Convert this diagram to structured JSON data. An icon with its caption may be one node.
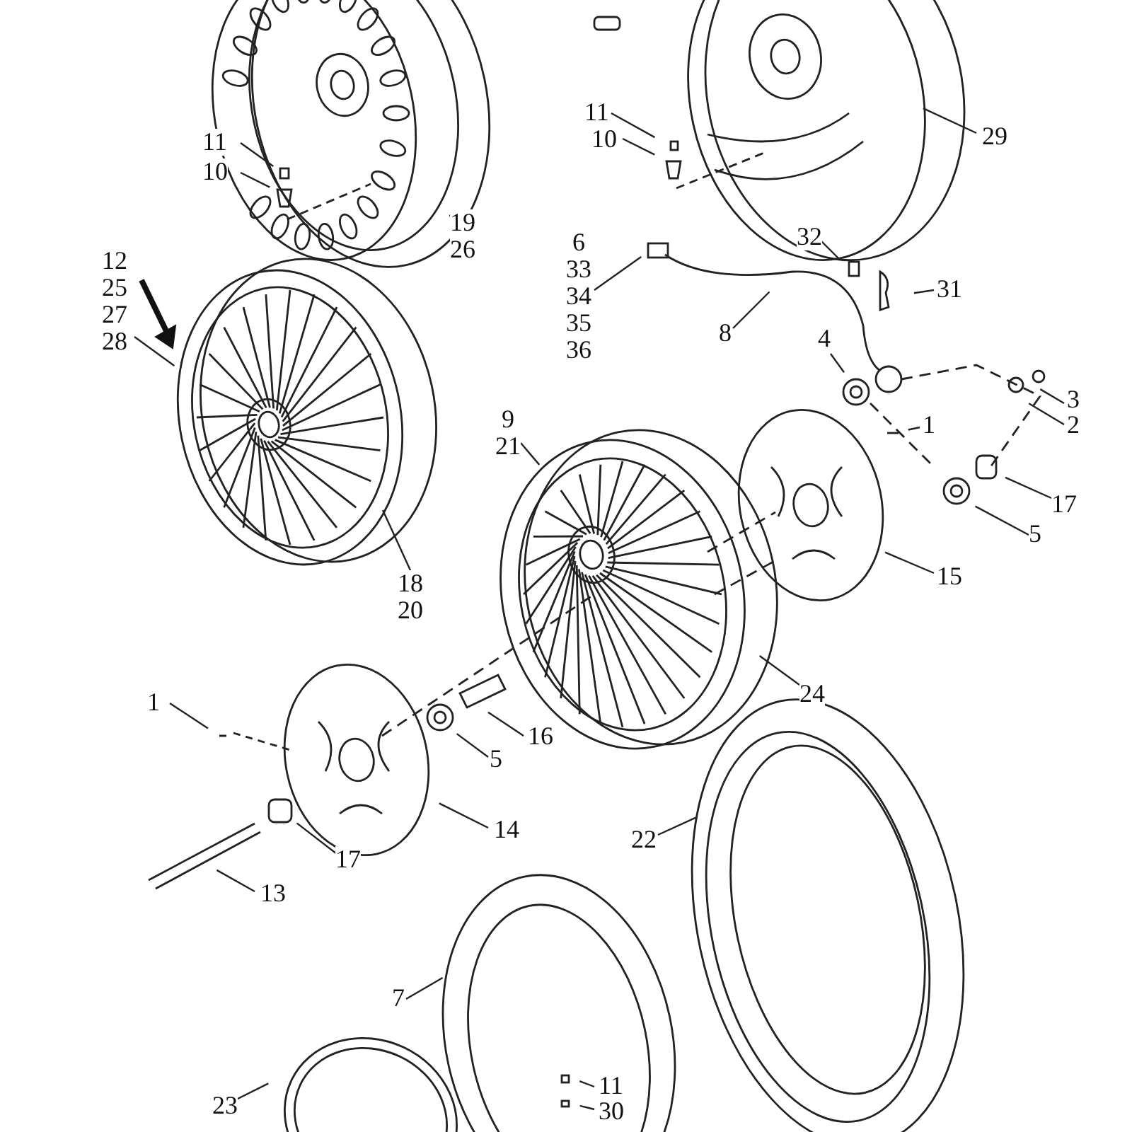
{
  "diagram": {
    "nodes": [
      {
        "text": [
          "11"
        ]
      },
      {
        "text": [
          "10"
        ]
      },
      {
        "text": [
          "19",
          "26"
        ]
      },
      {
        "text": [
          "11"
        ]
      },
      {
        "text": [
          "10"
        ]
      },
      {
        "text": [
          "29"
        ]
      },
      {
        "text": [
          "6",
          "33",
          "34",
          "35",
          "36"
        ]
      },
      {
        "text": [
          "32"
        ]
      },
      {
        "text": [
          "31"
        ]
      },
      {
        "text": [
          "8"
        ]
      },
      {
        "text": [
          "4"
        ]
      },
      {
        "text": [
          "3"
        ]
      },
      {
        "text": [
          "2"
        ]
      },
      {
        "text": [
          "1"
        ]
      },
      {
        "text": [
          "17"
        ]
      },
      {
        "text": [
          "5"
        ]
      },
      {
        "text": [
          "15"
        ]
      },
      {
        "text": [
          "12",
          "25",
          "27",
          "28"
        ]
      },
      {
        "text": [
          "9",
          "21"
        ]
      },
      {
        "text": [
          "18",
          "20"
        ]
      },
      {
        "text": [
          "24"
        ]
      },
      {
        "text": [
          "1"
        ]
      },
      {
        "text": [
          "16"
        ]
      },
      {
        "text": [
          "5"
        ]
      },
      {
        "text": [
          "14"
        ]
      },
      {
        "text": [
          "17"
        ]
      },
      {
        "text": [
          "13"
        ]
      },
      {
        "text": [
          "22"
        ]
      },
      {
        "text": [
          "7"
        ]
      },
      {
        "text": [
          "23"
        ]
      },
      {
        "text": [
          "11"
        ]
      },
      {
        "text": [
          "30"
        ]
      }
    ],
    "edges": [
      {
        "from": 0,
        "to": null,
        "arrow": "none"
      },
      {
        "from": 1,
        "to": null,
        "arrow": "none"
      },
      {
        "from": 2,
        "to": null,
        "arrow": "none"
      },
      {
        "from": 3,
        "to": null,
        "arrow": "none"
      },
      {
        "from": 4,
        "to": null,
        "arrow": "none"
      },
      {
        "from": 5,
        "to": null,
        "arrow": "none"
      },
      {
        "from": 6,
        "to": null,
        "arrow": "none"
      },
      {
        "from": 7,
        "to": null,
        "arrow": "none"
      },
      {
        "from": 8,
        "to": null,
        "arrow": "none"
      },
      {
        "from": 9,
        "to": null,
        "arrow": "none"
      },
      {
        "from": 10,
        "to": null,
        "arrow": "none"
      },
      {
        "from": 11,
        "to": null,
        "arrow": "none"
      },
      {
        "from": 12,
        "to": null,
        "arrow": "none"
      },
      {
        "from": 13,
        "to": null,
        "arrow": "none"
      },
      {
        "from": 14,
        "to": null,
        "arrow": "none"
      },
      {
        "from": 15,
        "to": null,
        "arrow": "none"
      },
      {
        "from": 16,
        "to": null,
        "arrow": "none"
      },
      {
        "from": 17,
        "to": null,
        "arrow": "none"
      },
      {
        "from": 18,
        "to": null,
        "arrow": "none"
      },
      {
        "from": 19,
        "to": null,
        "arrow": "none"
      },
      {
        "from": 20,
        "to": null,
        "arrow": "none"
      },
      {
        "from": 21,
        "to": null,
        "arrow": "none"
      },
      {
        "from": 22,
        "to": null,
        "arrow": "none"
      },
      {
        "from": 23,
        "to": null,
        "arrow": "none"
      },
      {
        "from": 24,
        "to": null,
        "arrow": "none"
      },
      {
        "from": 25,
        "to": null,
        "arrow": "none"
      },
      {
        "from": 26,
        "to": null,
        "arrow": "none"
      },
      {
        "from": 27,
        "to": null,
        "arrow": "none"
      },
      {
        "from": 28,
        "to": null,
        "arrow": "none"
      },
      {
        "from": 29,
        "to": null,
        "arrow": "none"
      },
      {
        "from": 30,
        "to": null,
        "arrow": "none"
      },
      {
        "from": 31,
        "to": null,
        "arrow": "none"
      }
    ]
  }
}
